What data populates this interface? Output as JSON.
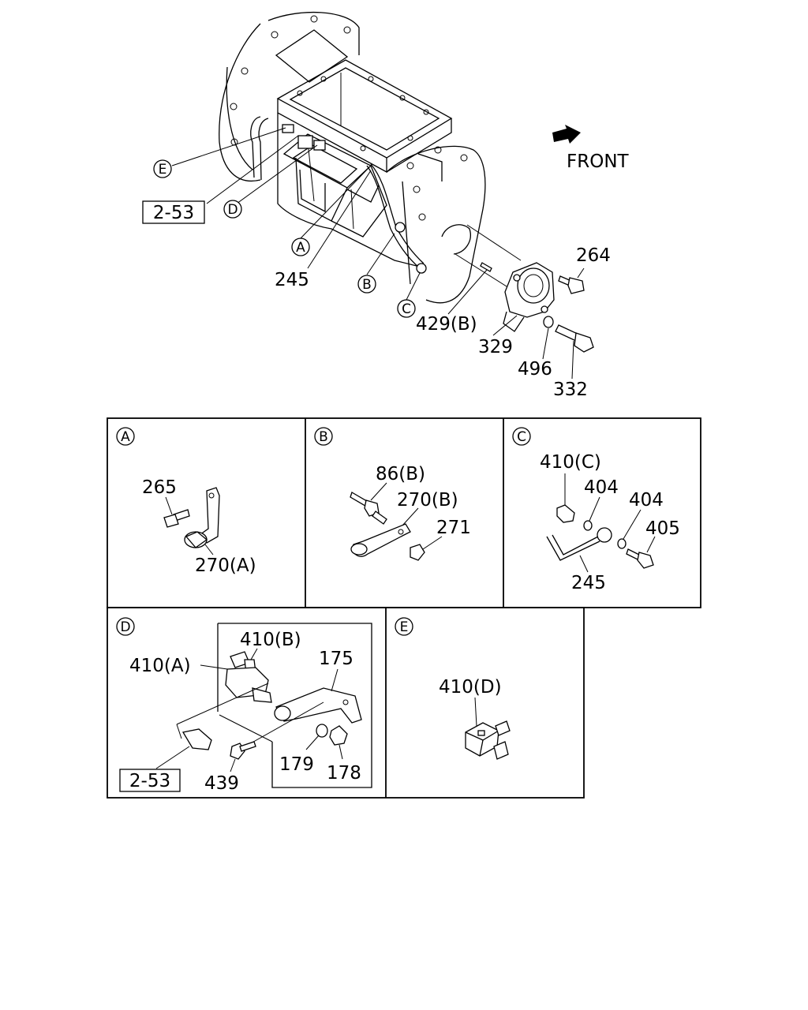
{
  "direction": {
    "label": "FRONT"
  },
  "main_labels": {
    "ref": "2-53",
    "p264": "264",
    "p245": "245",
    "p429b": "429(B)",
    "p329": "329",
    "p496": "496",
    "p332": "332"
  },
  "callouts": {
    "A": "A",
    "B": "B",
    "C": "C",
    "D": "D",
    "E": "E"
  },
  "detail_a": {
    "p265": "265",
    "p270a": "270(A)"
  },
  "detail_b": {
    "p86b": "86(B)",
    "p270b": "270(B)",
    "p271": "271"
  },
  "detail_c": {
    "p410c": "410(C)",
    "p404a": "404",
    "p404b": "404",
    "p405": "405",
    "p245": "245"
  },
  "detail_d": {
    "p410b": "410(B)",
    "p410a": "410(A)",
    "p175": "175",
    "p179": "179",
    "p178": "178",
    "p439": "439",
    "ref": "2-53"
  },
  "detail_e": {
    "p410d": "410(D)"
  }
}
